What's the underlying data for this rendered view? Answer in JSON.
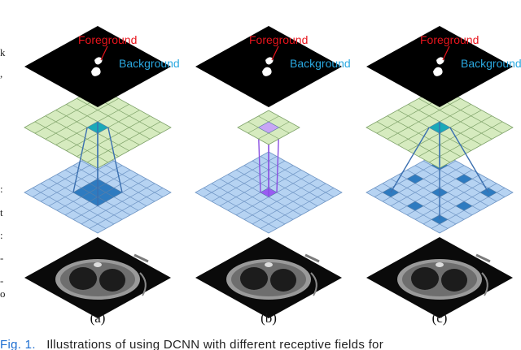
{
  "left_margin_text": [
    "k",
    ",",
    ":",
    "t",
    ":",
    "-",
    "-",
    "o"
  ],
  "panels": [
    {
      "label": "(a)",
      "foreground_label": "Foreground",
      "background_label": "Background",
      "upper_grid": "single highlighted cell",
      "lower_grid": "contiguous 3x3 receptive field",
      "highlight_color": "#2e7bc0",
      "connector_color": "#3a6fb0"
    },
    {
      "label": "(b)",
      "foreground_label": "Foreground",
      "background_label": "Background",
      "upper_grid": "single highlighted cell (small grid)",
      "lower_grid": "single highlighted cell",
      "highlight_color": "#9a5cf2",
      "connector_color": "#8a4fe0"
    },
    {
      "label": "(c)",
      "foreground_label": "Foreground",
      "background_label": "Background",
      "upper_grid": "single highlighted cell",
      "lower_grid": "dilated 3x3 receptive field",
      "highlight_color": "#2e7bc0",
      "connector_color": "#3a6fb0"
    }
  ],
  "caption": {
    "fig_label": "Fig. 1.",
    "text": "Illustrations of using DCNN with different receptive fields for"
  },
  "colors": {
    "foreground_text": "#e8141c",
    "background_text": "#2aa8e0",
    "upper_grid_fill": "#d6ebbf",
    "lower_grid_fill": "#b6d3f2",
    "cyan_cell": "#1aa9b8",
    "caption_link": "#1f6fd1"
  }
}
